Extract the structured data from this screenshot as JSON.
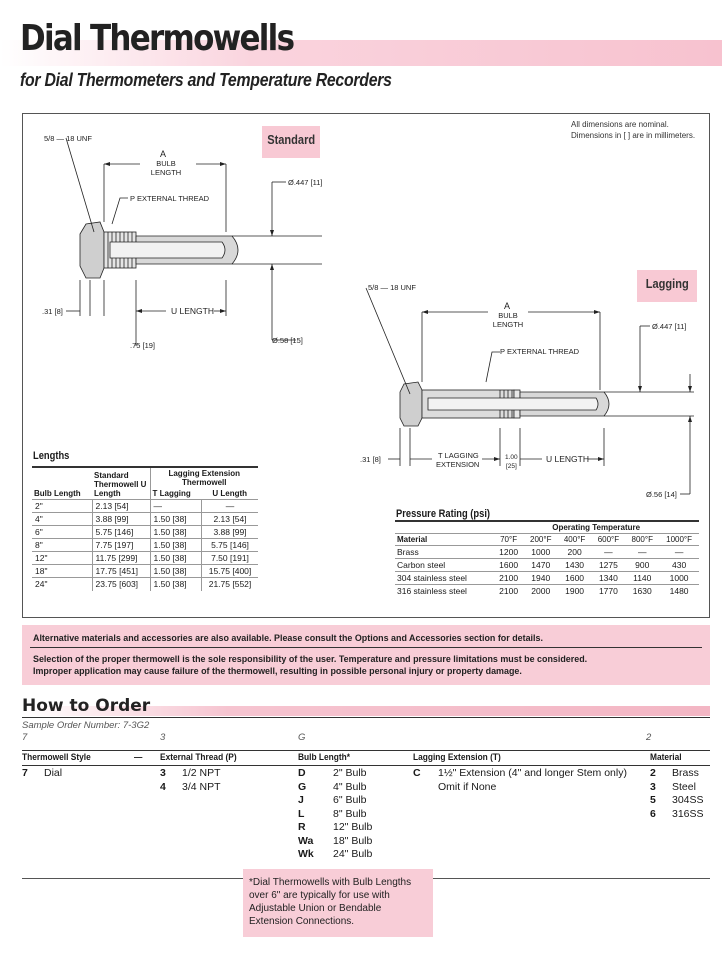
{
  "header": {
    "title": "Dial Thermowells",
    "subtitle": "for Dial Thermometers and Temperature Recorders"
  },
  "dimension_note": {
    "line1": "All dimensions are nominal.",
    "line2": "Dimensions in [ ] are in millimeters."
  },
  "standard_diagram": {
    "label": "Standard",
    "thread_callout": "5/8 — 18 UNF",
    "a_label": "A",
    "bulb_label": "BULB",
    "length_label": "LENGTH",
    "p_thread": "P EXTERNAL THREAD",
    "dia_top": "Ø.447 [11]",
    "dia_bottom": "Ø.58 [15]",
    "u_length": "U LENGTH",
    "dim_31": ".31 [8]",
    "dim_75": ".75 [19]"
  },
  "lagging_diagram": {
    "label": "Lagging",
    "thread_callout": "5/8 — 18 UNF",
    "a_label": "A",
    "bulb_label": "BULB",
    "length_label": "LENGTH",
    "p_thread": "P EXTERNAL THREAD",
    "dia_top": "Ø.447 [11]",
    "dia_bottom": "Ø.56 [14]",
    "t_lagging": "T LAGGING",
    "extension": "EXTENSION",
    "dim_100": "1.00",
    "dim_25": "[25]",
    "u_length": "U LENGTH",
    "dim_31": ".31 [8]"
  },
  "lengths": {
    "title": "Lengths",
    "headers": {
      "bulb_length": "Bulb Length",
      "standard": "Standard Thermowell U Length",
      "lagging_group": "Lagging Extension Thermowell",
      "t_lagging": "T Lagging",
      "u_length": "U Length"
    },
    "rows": [
      [
        "2\"",
        "2.13 [54]",
        "—",
        "—"
      ],
      [
        "4\"",
        "3.88 [99]",
        "1.50 [38]",
        "2.13 [54]"
      ],
      [
        "6\"",
        "5.75 [146]",
        "1.50 [38]",
        "3.88 [99]"
      ],
      [
        "8\"",
        "7.75 [197]",
        "1.50 [38]",
        "5.75 [146]"
      ],
      [
        "12\"",
        "11.75 [299]",
        "1.50 [38]",
        "7.50 [191]"
      ],
      [
        "18\"",
        "17.75 [451]",
        "1.50 [38]",
        "15.75 [400]"
      ],
      [
        "24\"",
        "23.75 [603]",
        "1.50 [38]",
        "21.75 [552]"
      ]
    ]
  },
  "pressure": {
    "title": "Pressure Rating (psi)",
    "group_header": "Operating Temperature",
    "material_header": "Material",
    "temps": [
      "70°F",
      "200°F",
      "400°F",
      "600°F",
      "800°F",
      "1000°F"
    ],
    "rows": [
      [
        "Brass",
        "1200",
        "1000",
        "200",
        "—",
        "—",
        "—"
      ],
      [
        "Carbon steel",
        "1600",
        "1470",
        "1430",
        "1275",
        "900",
        "430"
      ],
      [
        "304 stainless steel",
        "2100",
        "1940",
        "1600",
        "1340",
        "1140",
        "1000"
      ],
      [
        "316 stainless steel",
        "2100",
        "2000",
        "1900",
        "1770",
        "1630",
        "1480"
      ]
    ]
  },
  "notice": {
    "line1": "Alternative materials and accessories are also available. Please consult the Options and Accessories section for details.",
    "line2": "Selection of the proper thermowell is the sole responsibility of the user. Temperature and pressure limitations must be considered.",
    "line3": "Improper application may cause failure of the thermowell, resulting in possible personal injury or property damage."
  },
  "order": {
    "heading": "How to Order",
    "sample": "Sample Order Number:  7-3G2",
    "codes": [
      "7",
      "3",
      "G",
      "2"
    ],
    "headers": {
      "style": "Thermowell Style",
      "dash": "—",
      "thread": "External Thread (P)",
      "bulb": "Bulb Length*",
      "lagging": "Lagging Extension (T)",
      "material": "Material"
    },
    "style": {
      "code": "7",
      "name": "Dial"
    },
    "threads": [
      {
        "code": "3",
        "name": "1/2 NPT"
      },
      {
        "code": "4",
        "name": "3/4 NPT"
      }
    ],
    "bulbs": [
      {
        "code": "D",
        "name": "2\" Bulb"
      },
      {
        "code": "G",
        "name": "4\" Bulb"
      },
      {
        "code": "J",
        "name": "6\" Bulb"
      },
      {
        "code": "L",
        "name": "8\" Bulb"
      },
      {
        "code": "R",
        "name": "12\" Bulb"
      },
      {
        "code": "Wa",
        "name": "18\" Bulb"
      },
      {
        "code": "Wk",
        "name": "24\" Bulb"
      }
    ],
    "lagging": {
      "code": "C",
      "name": "1½\" Extension (4\" and longer Stem only)",
      "omit": "Omit if None"
    },
    "materials": [
      {
        "code": "2",
        "name": "Brass"
      },
      {
        "code": "3",
        "name": "Steel"
      },
      {
        "code": "5",
        "name": "304SS"
      },
      {
        "code": "6",
        "name": "316SS"
      }
    ],
    "footnote": "*Dial Thermowells with Bulb Lengths over 6\" are typically for use with Adjustable Union or Bendable Extension Connections."
  },
  "colors": {
    "accent_pink": "#f8cdd7",
    "title_band": "#f7c2cf"
  }
}
